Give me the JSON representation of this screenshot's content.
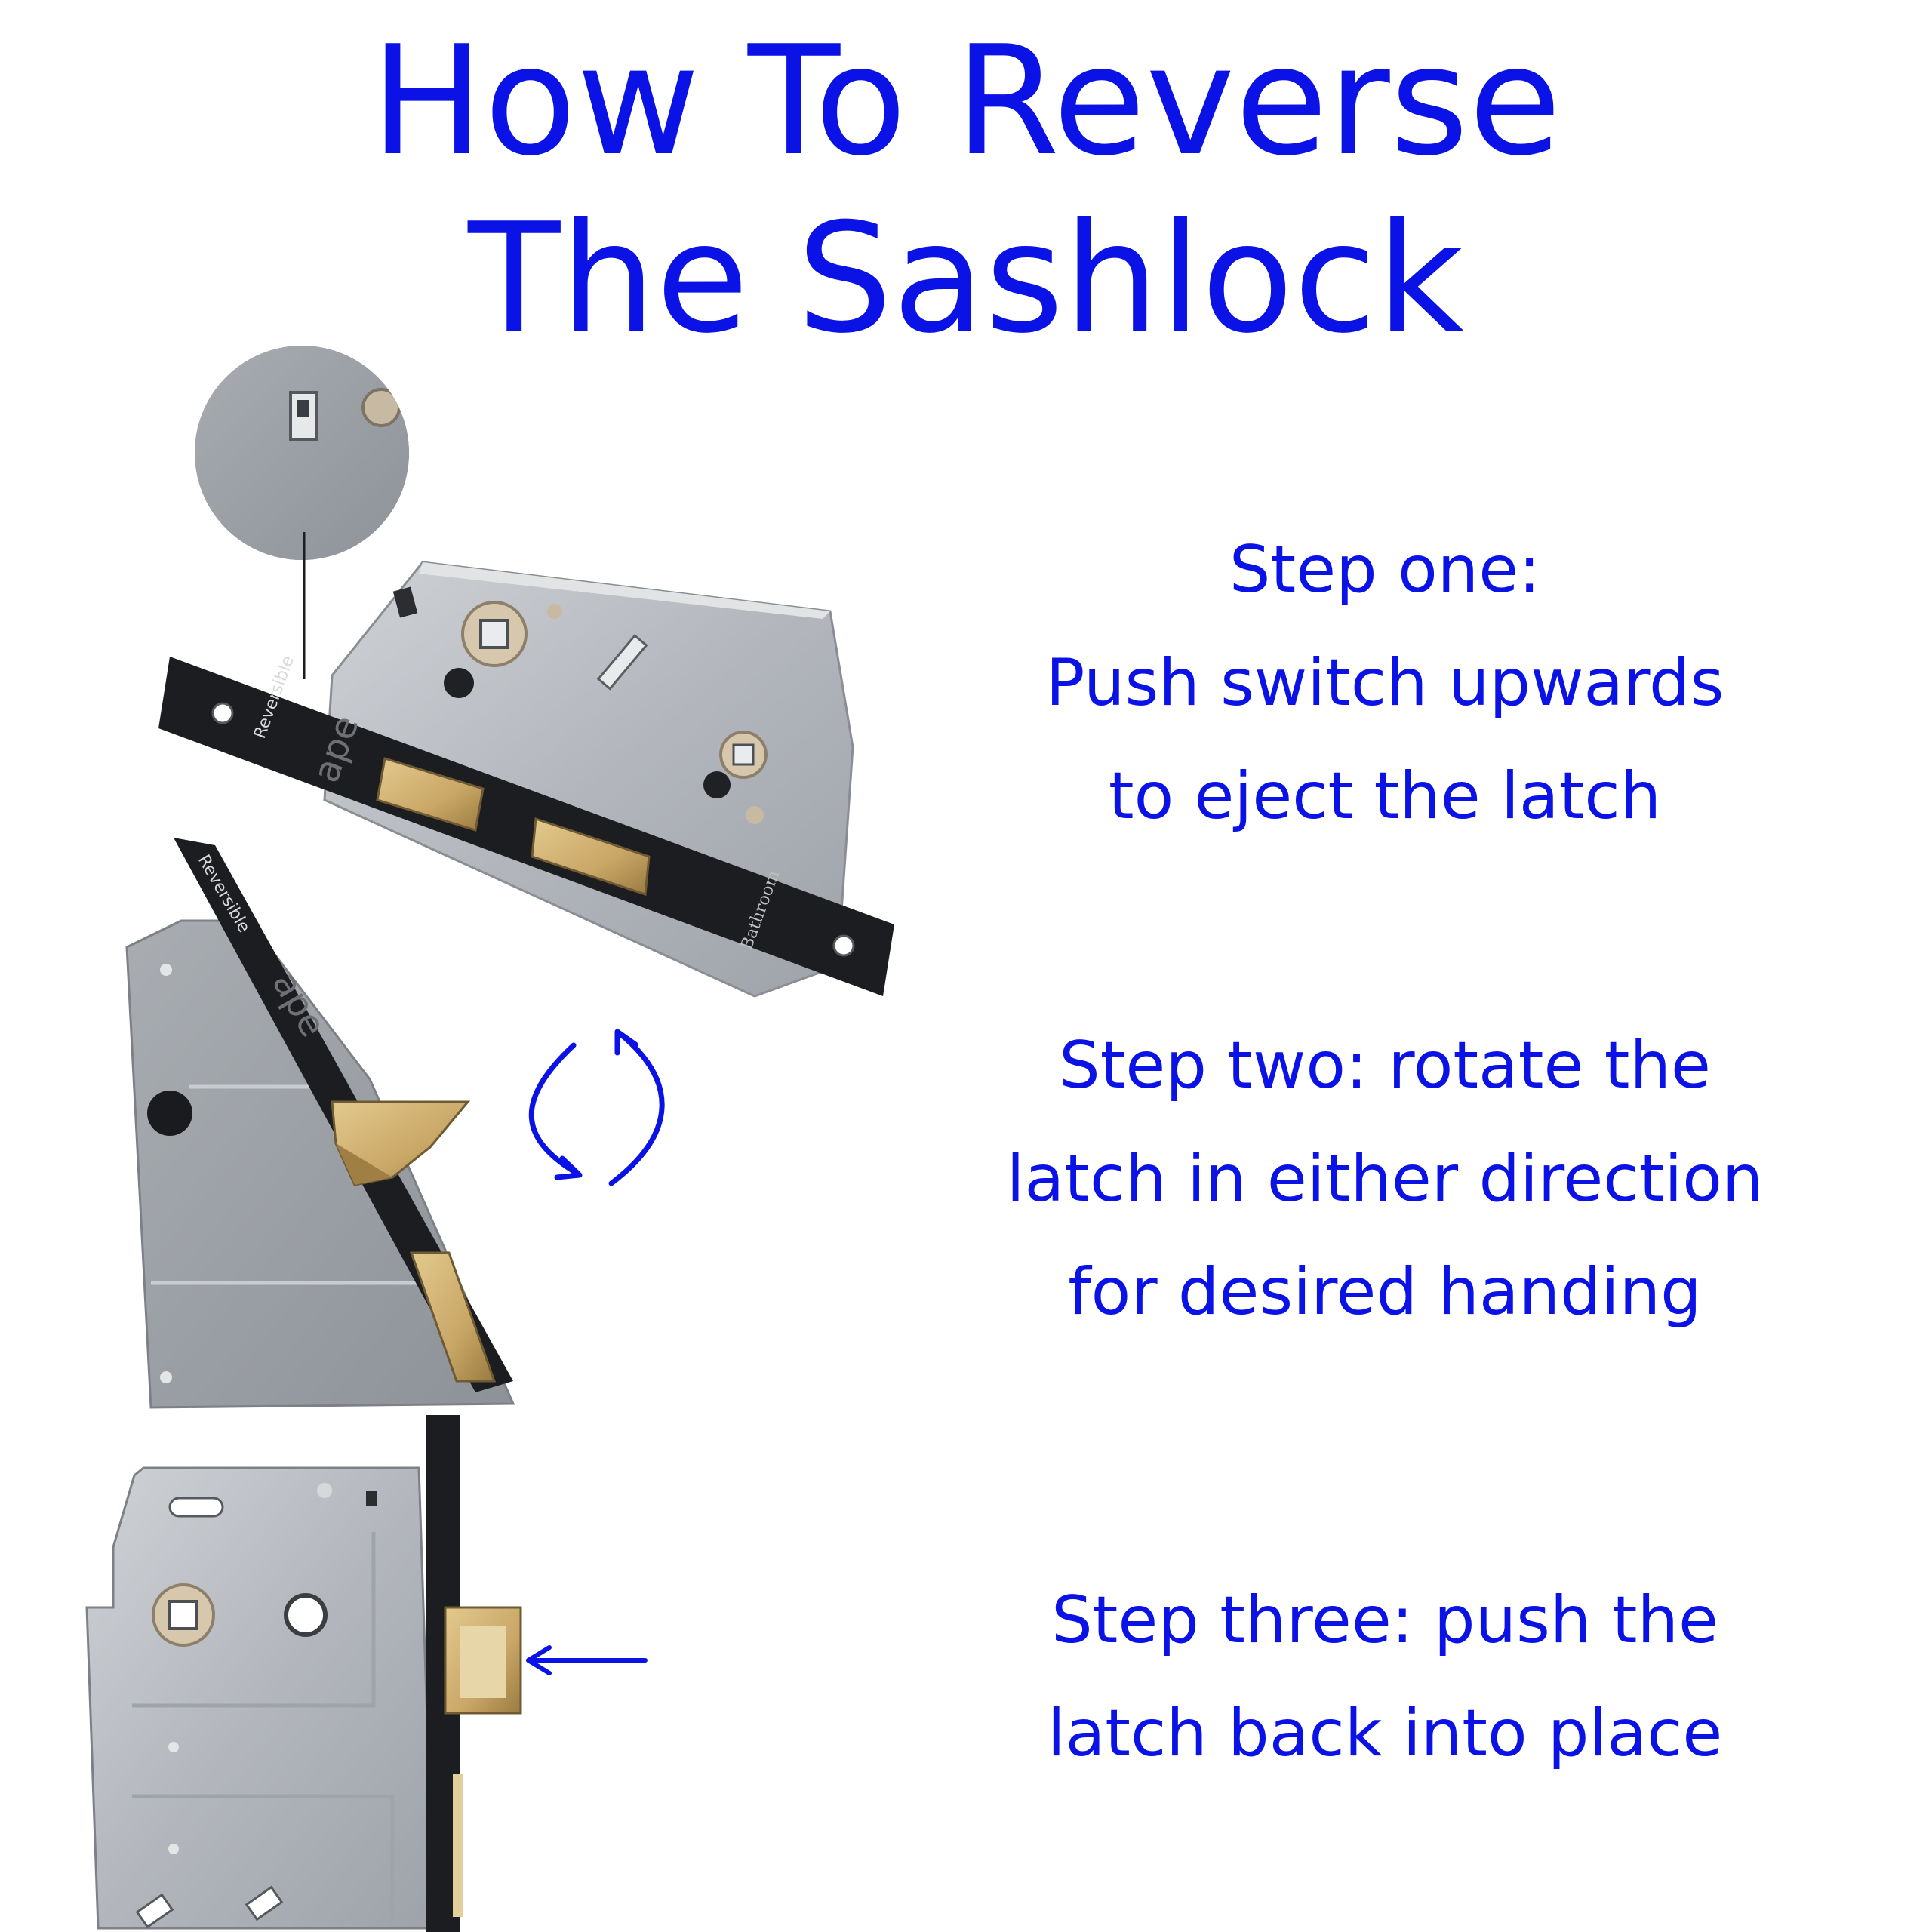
{
  "title": {
    "line1": "How To Reverse",
    "line2": "The Sashlock"
  },
  "steps": [
    {
      "lines": [
        "Step one:",
        "Push switch upwards",
        "to eject the latch"
      ]
    },
    {
      "lines": [
        "Step two: rotate the",
        "latch in either direction",
        "for desired handing"
      ]
    },
    {
      "lines": [
        "Step three: push the",
        "latch back into place"
      ]
    }
  ],
  "lock_markings": {
    "reversible": "Reversible",
    "brand": "ape",
    "bathroom": "Bathroom"
  },
  "colors": {
    "text": "#0a12e6",
    "arrow": "#0a12e6",
    "faceplate": "#1c1d21",
    "body_metal": "#b9bcc1",
    "brass": "#c9a767"
  },
  "icons": [
    "rotate-arrows-icon",
    "push-left-arrow-icon"
  ]
}
